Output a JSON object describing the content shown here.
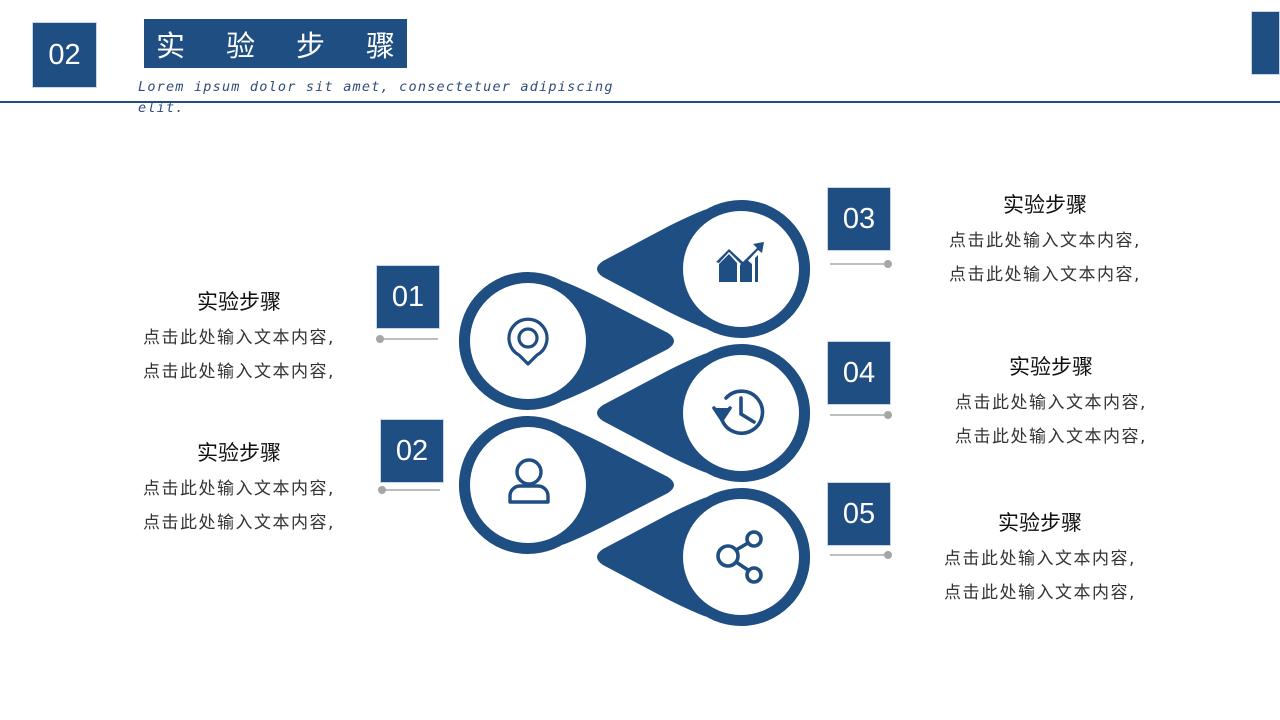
{
  "header": {
    "section_number": "02",
    "title_chars": [
      "实",
      "验",
      "步",
      "骤"
    ],
    "subtitle": "Lorem ipsum dolor sit amet, consectetuer adipiscing elit."
  },
  "theme": {
    "primary": "#1f4e82",
    "connector": "#bdbdbd",
    "dot": "#a6a6a6"
  },
  "steps": [
    {
      "number": "01",
      "title": "实验步骤",
      "lines": [
        "点击此处输入文本内容,",
        "点击此处输入文本内容,"
      ],
      "icon": "location-pin-icon"
    },
    {
      "number": "02",
      "title": "实验步骤",
      "lines": [
        "点击此处输入文本内容,",
        "点击此处输入文本内容,"
      ],
      "icon": "user-icon"
    },
    {
      "number": "03",
      "title": "实验步骤",
      "lines": [
        "点击此处输入文本内容,",
        "点击此处输入文本内容,"
      ],
      "icon": "growth-chart-icon"
    },
    {
      "number": "04",
      "title": "实验步骤",
      "lines": [
        "点击此处输入文本内容,",
        "点击此处输入文本内容,"
      ],
      "icon": "history-clock-icon"
    },
    {
      "number": "05",
      "title": "实验步骤",
      "lines": [
        "点击此处输入文本内容,",
        "点击此处输入文本内容,"
      ],
      "icon": "share-icon"
    }
  ]
}
